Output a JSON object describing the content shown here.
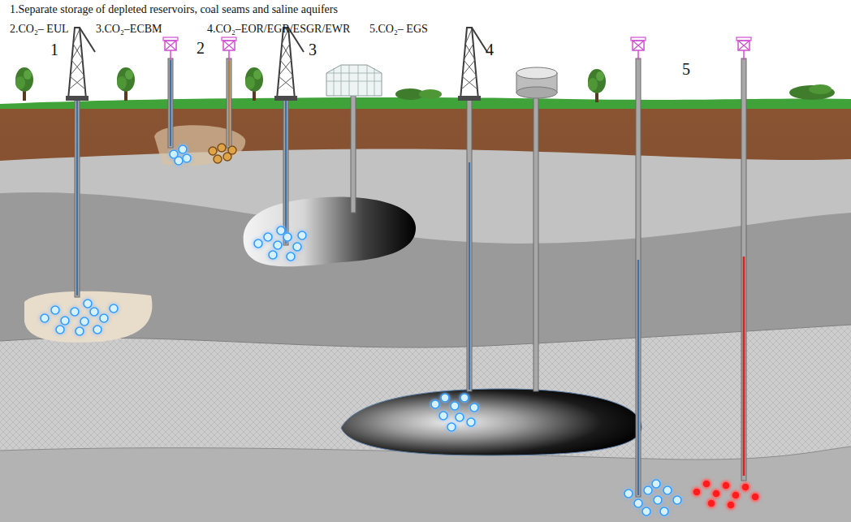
{
  "diagram": {
    "labels": [
      "1.Separate storage of depleted reservoirs, coal seams and saline aquifers",
      "2.CO₂– EUL",
      "3.CO₂–ECBM",
      "4.CO₂–EOR/EGR/ESGR/EWR",
      "5.CO₂– EGS",
      "1",
      "2",
      "3",
      "4",
      "5"
    ]
  }
}
